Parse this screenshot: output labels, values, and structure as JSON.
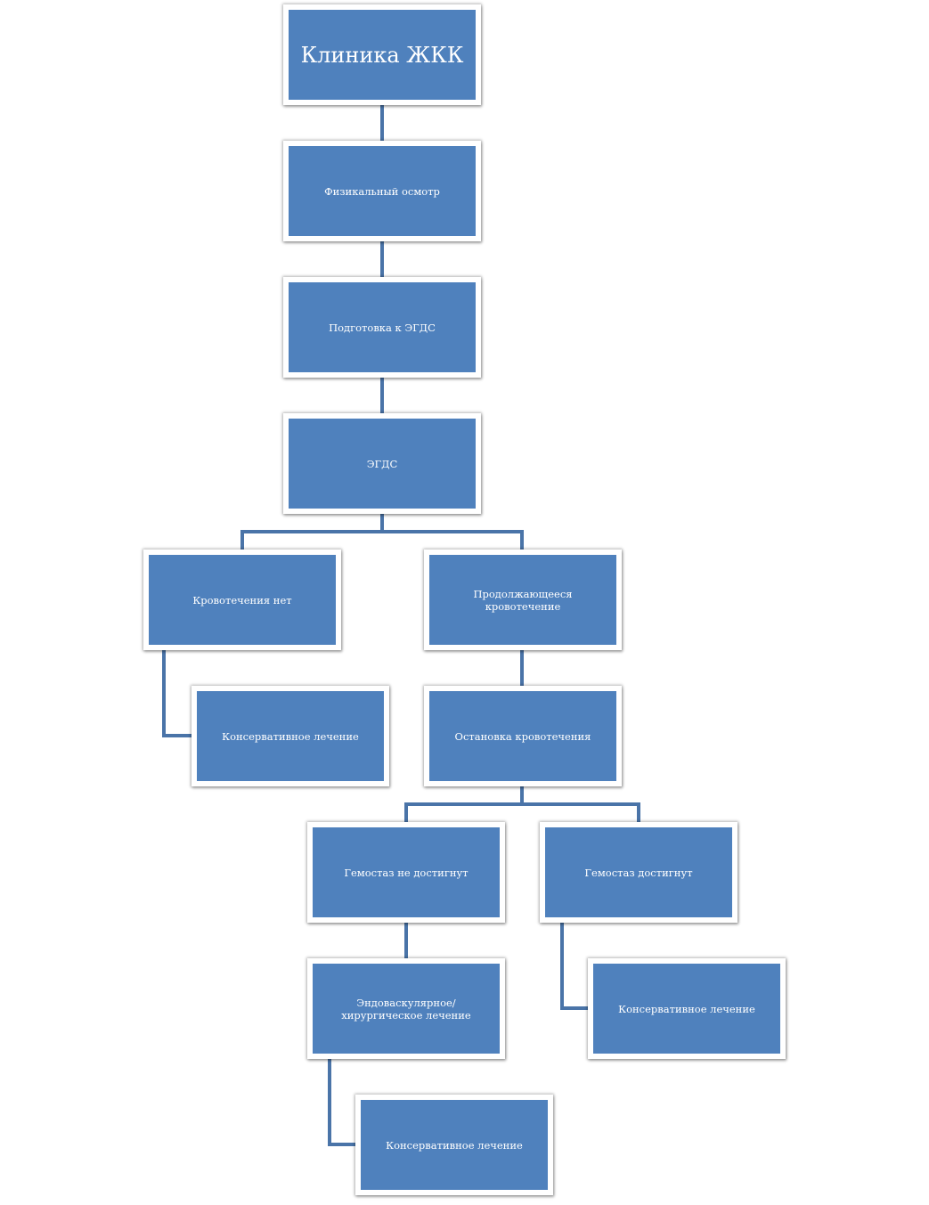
{
  "diagram": {
    "line_color": "#4a74a8",
    "box_color": "#4f81bd",
    "nodes": {
      "root": "Клиника ЖКК",
      "exam": "Физикальный осмотр",
      "prep": "Подготовка к ЭГДС",
      "egds": "ЭГДС",
      "no_bleeding": "Кровотечения нет",
      "conservative_1": "Консервативное лечение",
      "ongoing_bleeding": "Продолжающееся кровотечение",
      "stop_bleeding": "Остановка кровотечения",
      "hemostasis_not": "Гемостаз не достигнут",
      "hemostasis_yes": "Гемостаз достигнут",
      "endovascular": "Эндоваскулярное/хирургическое лечение",
      "conservative_2": "Консервативное лечение",
      "conservative_3": "Консервативное лечение"
    }
  }
}
